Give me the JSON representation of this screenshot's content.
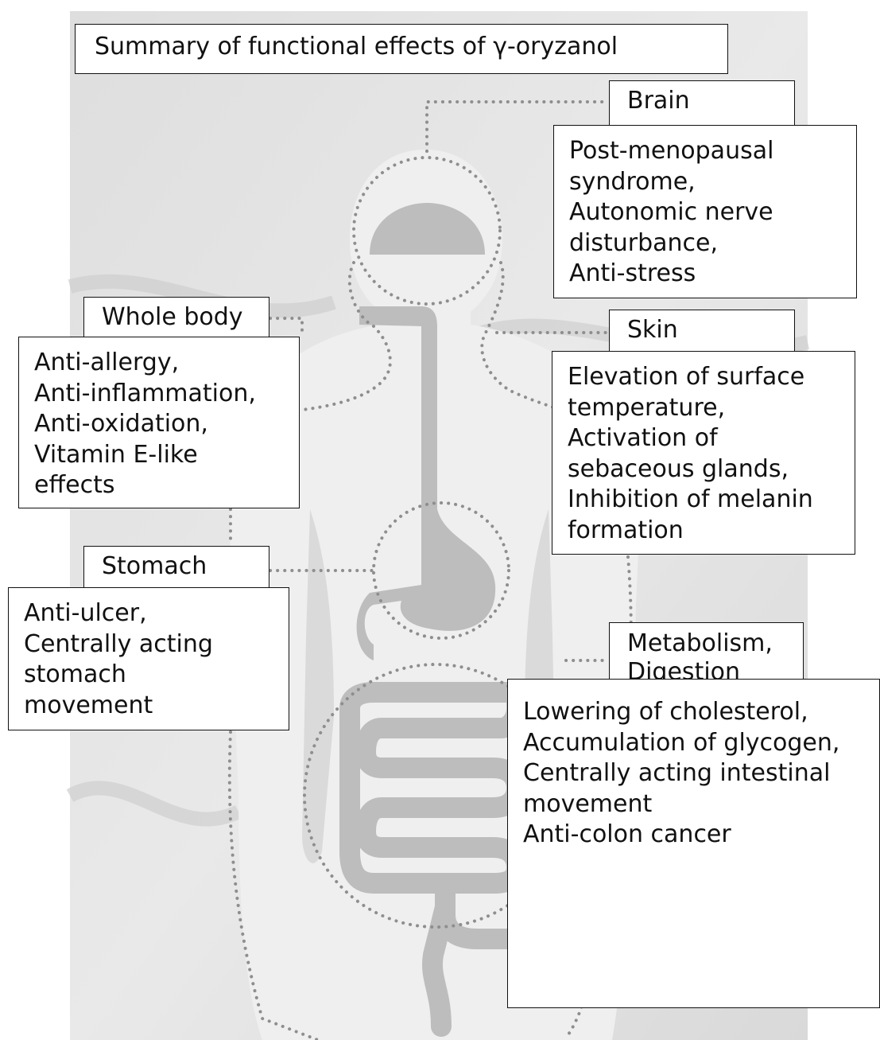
{
  "title": "Summary of functional effects of γ-oryzanol",
  "sections": {
    "brain": {
      "label": "Brain",
      "effects": "Post-menopausal\nsyndrome,\nAutonomic nerve\ndisturbance,\nAnti-stress"
    },
    "skin": {
      "label": "Skin",
      "effects": "Elevation of surface\ntemperature,\nActivation of\nsebaceous glands,\nInhibition of melanin\nformation"
    },
    "whole_body": {
      "label": "Whole body",
      "effects": "Anti-allergy,\nAnti-inflammation,\nAnti-oxidation,\nVitamin E-like\neffects"
    },
    "stomach": {
      "label": "Stomach",
      "effects": "Anti-ulcer,\nCentrally acting\nstomach\nmovement"
    },
    "metabolism": {
      "label": "Metabolism,\nDigestion",
      "effects": "Lowering of cholesterol,\nAccumulation of glycogen,\nCentrally acting intestinal\nmovement\nAnti-colon cancer"
    }
  },
  "colors": {
    "backdrop": "#e2e2e2",
    "body_silhouette": "#eeeeee",
    "organs": "#bcbcbc",
    "dotted_line": "#8e8e8e",
    "box_border": "#111111"
  }
}
